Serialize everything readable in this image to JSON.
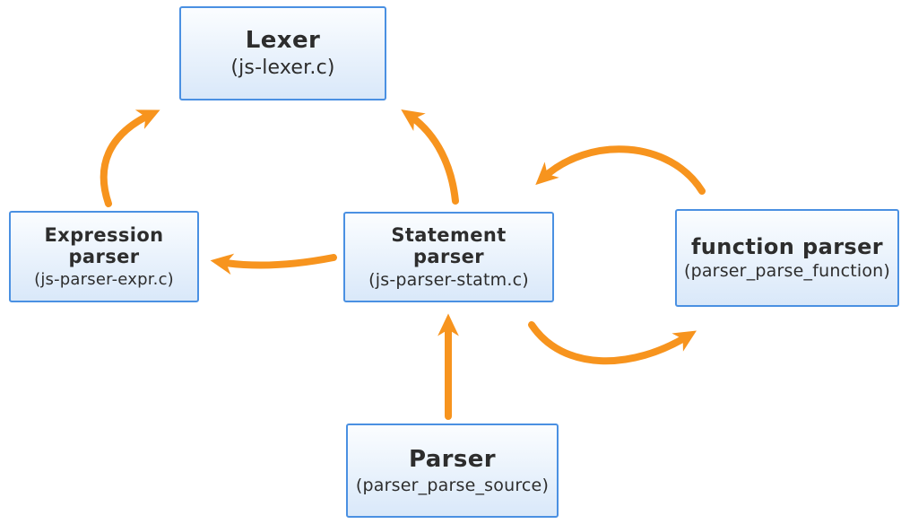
{
  "colors": {
    "arrow": "#F7941E",
    "box_border": "#4A90E2",
    "box_fill_top": "#FBFDFF",
    "box_fill_bottom": "#D9E8F9",
    "text": "#2D2D2D"
  },
  "diagram": {
    "nodes": {
      "lexer": {
        "title": "Lexer",
        "subtitle": "(js-lexer.c)"
      },
      "expression_parser": {
        "title": "Expression\nparser",
        "subtitle": "(js-parser-expr.c)"
      },
      "statement_parser": {
        "title": "Statement\nparser",
        "subtitle": "(js-parser-statm.c)"
      },
      "function_parser": {
        "title": "function parser",
        "subtitle": "(parser_parse_function)"
      },
      "parser": {
        "title": "Parser",
        "subtitle": "(parser_parse_source)"
      }
    },
    "edges": [
      {
        "from": "expression_parser",
        "to": "lexer"
      },
      {
        "from": "statement_parser",
        "to": "lexer"
      },
      {
        "from": "statement_parser",
        "to": "expression_parser"
      },
      {
        "from": "function_parser",
        "to": "statement_parser"
      },
      {
        "from": "statement_parser",
        "to": "function_parser"
      },
      {
        "from": "parser",
        "to": "statement_parser"
      }
    ]
  }
}
